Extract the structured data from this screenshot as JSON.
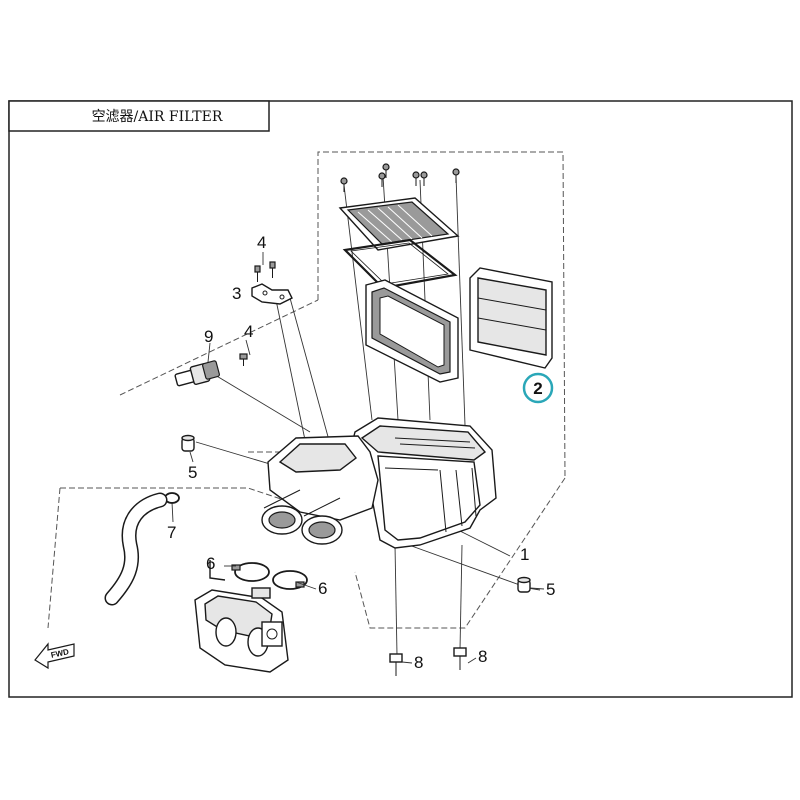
{
  "title": "空滤器/AIR FILTER",
  "highlight_color": "#2aa7b8",
  "forward_label": "FWD",
  "callouts": {
    "c1": "1",
    "c2": "2",
    "c3": "3",
    "c4a": "4",
    "c4b": "4",
    "c5a": "5",
    "c5b": "5",
    "c6a": "6",
    "c6b": "6",
    "c7": "7",
    "c8a": "8",
    "c8b": "8",
    "c9": "9"
  }
}
